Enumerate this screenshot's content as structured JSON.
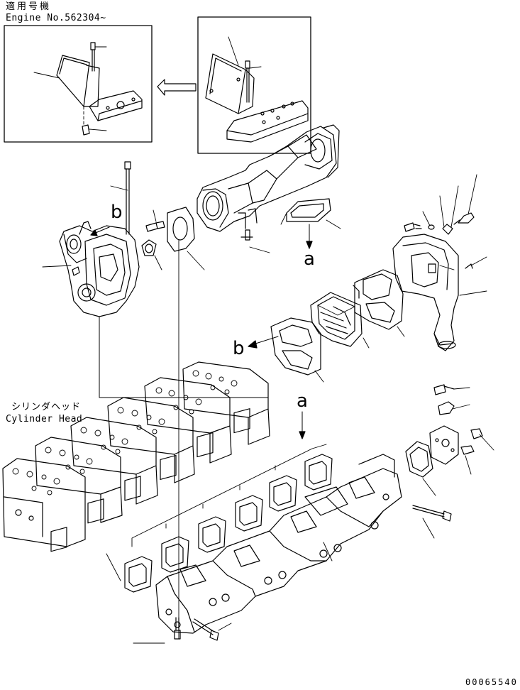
{
  "header": {
    "applicable_label": "適用号機",
    "engine_serial": "Engine No.562304~"
  },
  "cylinder_head": {
    "jp": "シリンダヘッド",
    "en": "Cylinder Head"
  },
  "callouts": {
    "a": "a",
    "b": "b"
  },
  "footer": {
    "drawing_number": "00065540"
  }
}
